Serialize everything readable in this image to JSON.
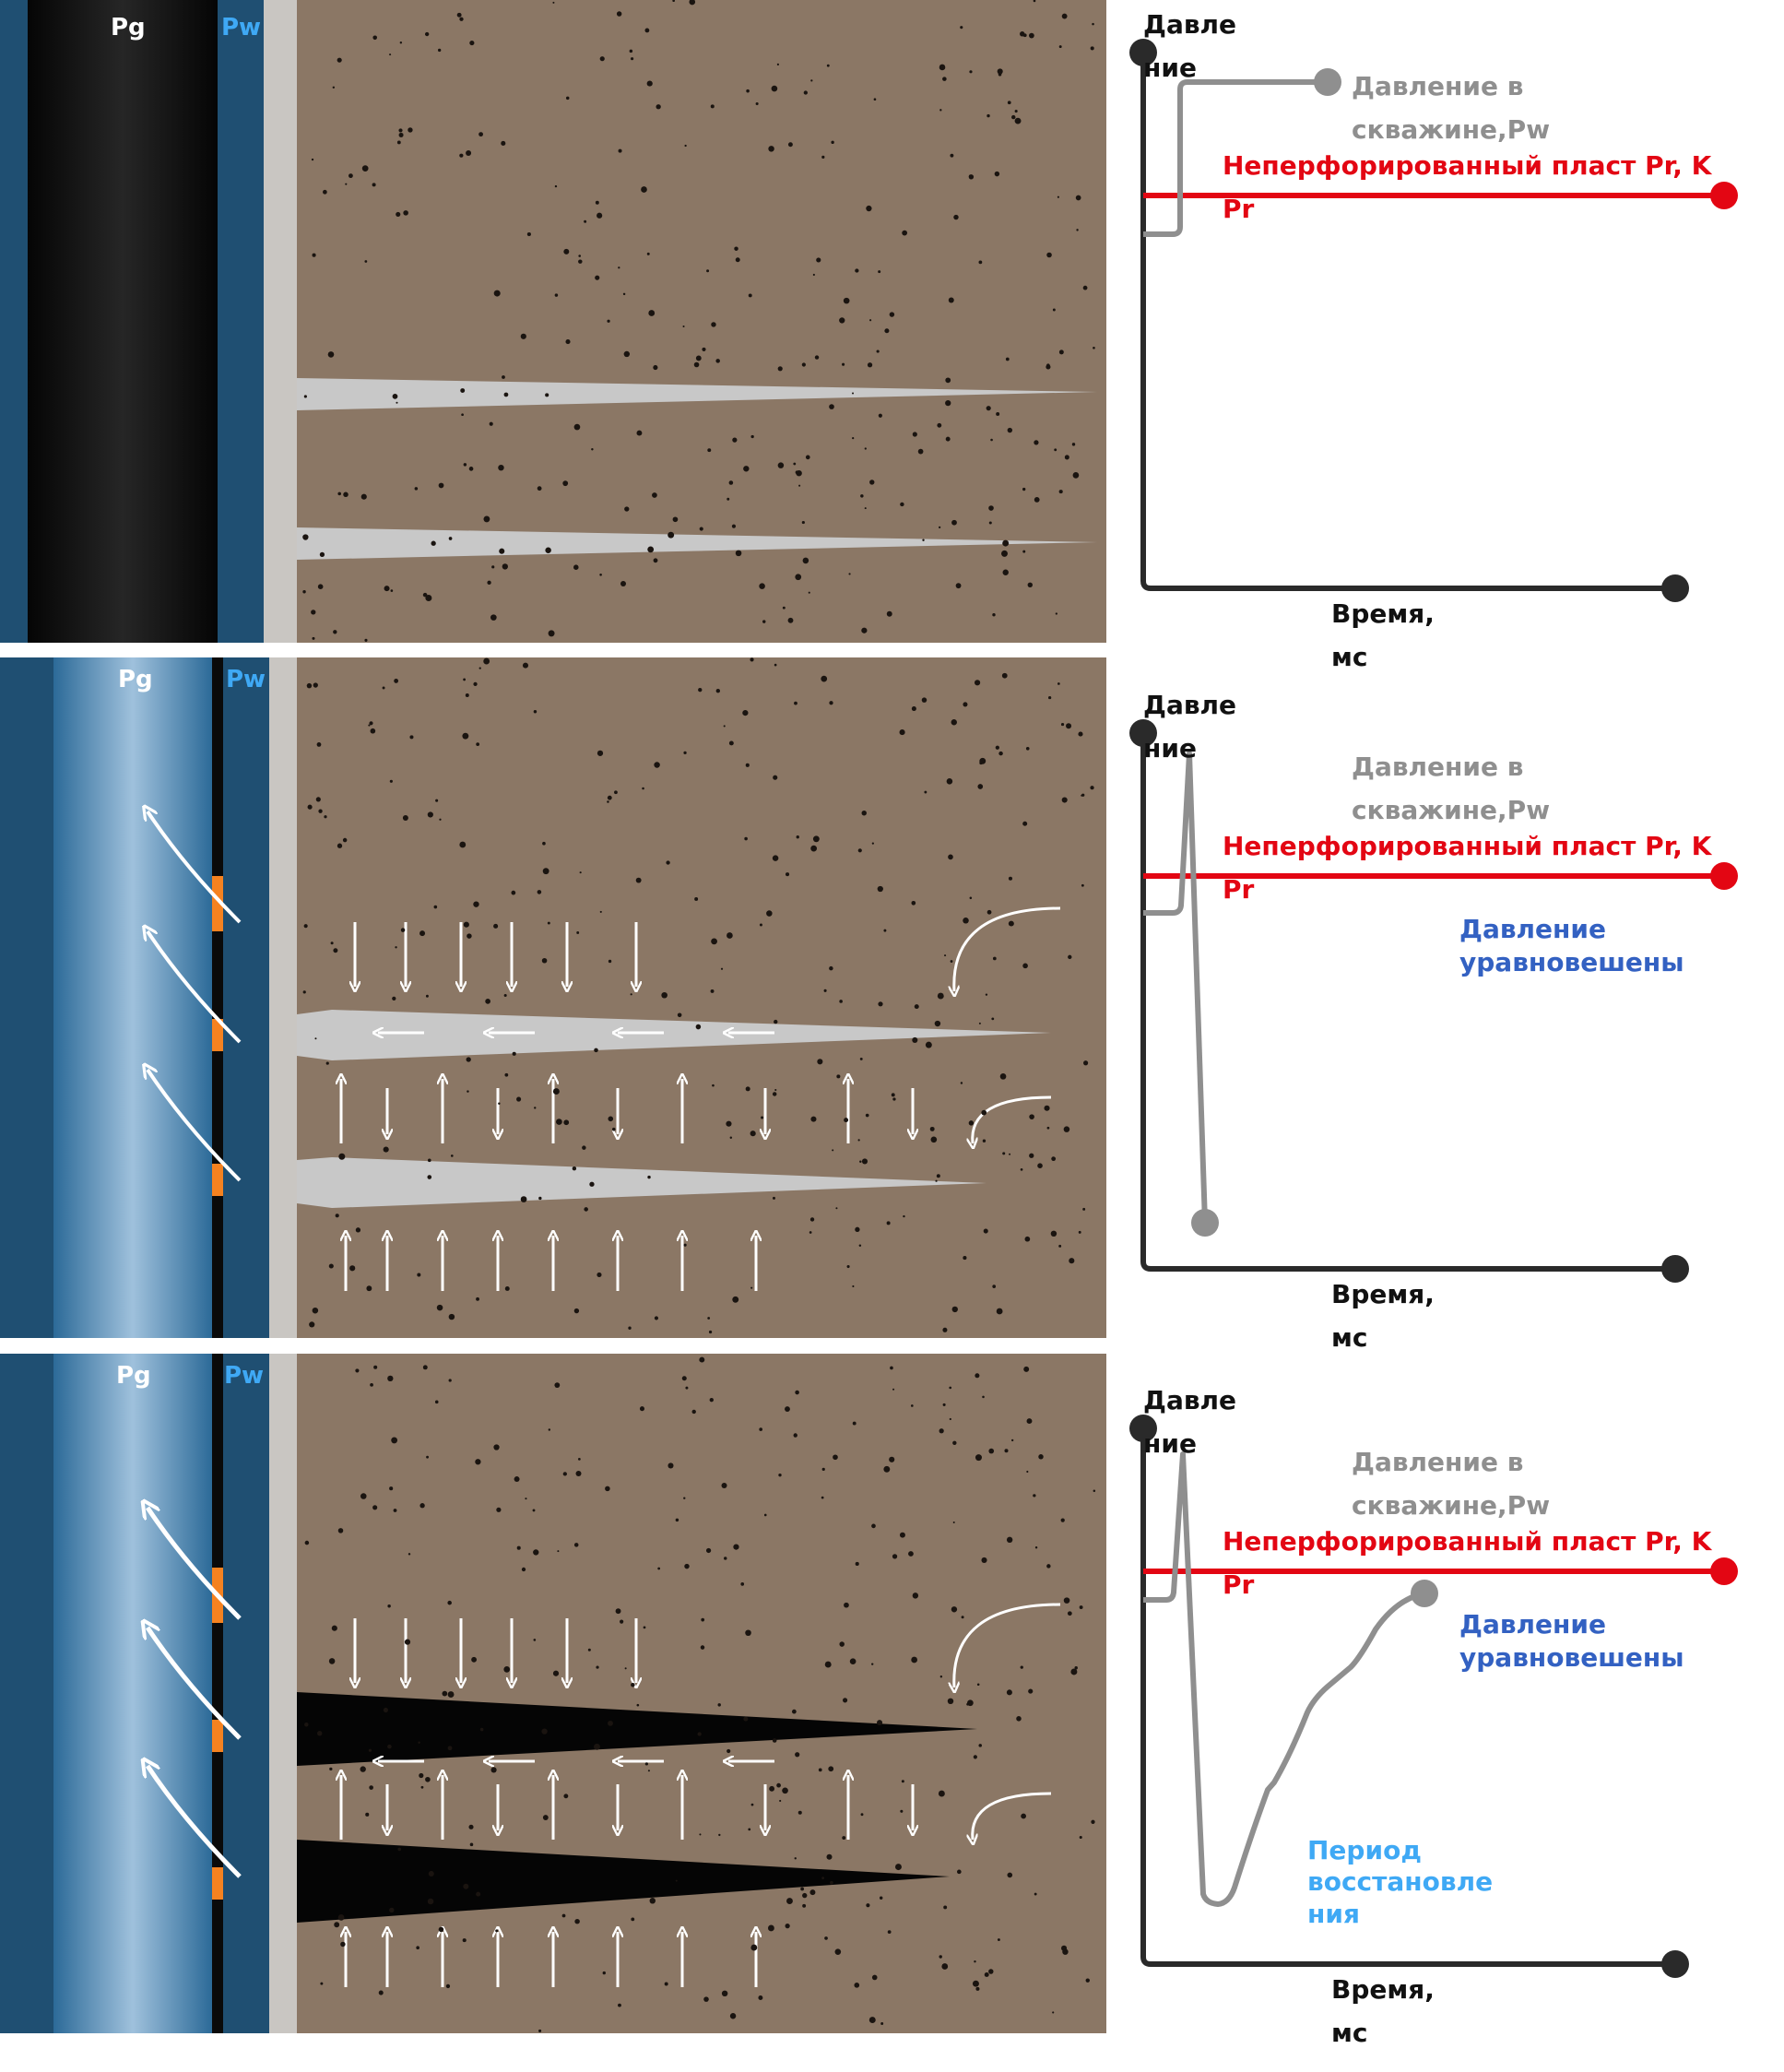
{
  "panels": [
    {
      "stage": "before",
      "pipe_labels": {
        "pg": "Pg",
        "pw": "Pw"
      },
      "chart": {
        "y_axis": [
          "Давле",
          "ние"
        ],
        "x_axis": [
          "Время,",
          "мс"
        ],
        "well_pressure": [
          "Давление в",
          "скважине,Pw"
        ],
        "formation": [
          "Неперфорированный пласт Pr, K",
          "Pr"
        ]
      }
    },
    {
      "stage": "surge",
      "pipe_labels": {
        "pg": "Pg",
        "pw": "Pw"
      },
      "chart": {
        "y_axis": [
          "Давле",
          "ние"
        ],
        "x_axis": [
          "Время,",
          "мс"
        ],
        "well_pressure": [
          "Давление в",
          "скважине,Pw"
        ],
        "formation": [
          "Неперфорированный пласт Pr, K",
          "Pr"
        ],
        "balanced": [
          "Давление",
          "уравновешены"
        ]
      }
    },
    {
      "stage": "recovery",
      "pipe_labels": {
        "pg": "Pg",
        "pw": "Pw"
      },
      "chart": {
        "y_axis": [
          "Давле",
          "ние"
        ],
        "x_axis": [
          "Время,",
          "мс"
        ],
        "well_pressure": [
          "Давление в",
          "скважине,Pw"
        ],
        "formation": [
          "Неперфорированный пласт Pr, K",
          "Pr"
        ],
        "balanced": [
          "Давление",
          "уравновешены"
        ],
        "recovery": [
          "Период",
          "восстановле",
          "ния"
        ]
      }
    }
  ],
  "colors": {
    "formation": "#e30613",
    "well": "#8f8f8f",
    "axis": "#2a2a2a",
    "balanced": "#3361c2",
    "recovery": "#3fa9f5",
    "rock": "#8b7765",
    "casing": "#1f4f72"
  }
}
